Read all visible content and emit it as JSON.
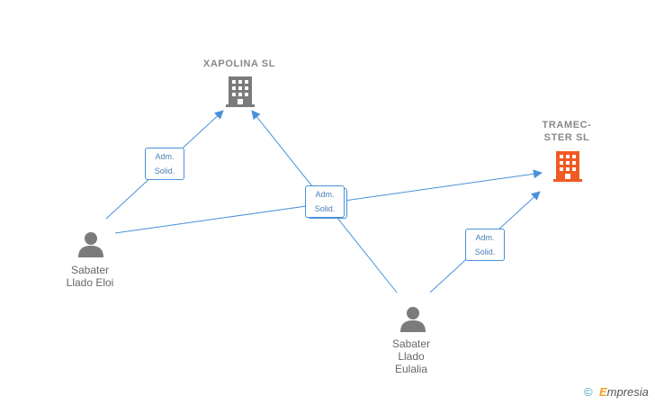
{
  "companies": [
    {
      "name": "XAPOLINA  SL",
      "color": "#7b7b7b"
    },
    {
      "name": "TRAMEC-\nSTER  SL",
      "color": "#f05a23"
    }
  ],
  "persons": [
    {
      "name": "Sabater\nLlado Eloi"
    },
    {
      "name": "Sabater\nLlado\nEulalia"
    }
  ],
  "relations": [
    {
      "line1": "Adm.",
      "line2": "Solid."
    },
    {
      "line1": "Adm.",
      "line2": "Solid."
    },
    {
      "line1": "Adm.",
      "line2": "Solid."
    }
  ],
  "footer": {
    "copyright": "©",
    "brand_initial": "E",
    "brand_rest": "mpresia"
  },
  "colors": {
    "edge": "#4a90d9",
    "person": "#7b7b7b"
  },
  "icons": {
    "company": "building-icon",
    "person": "person-icon"
  }
}
